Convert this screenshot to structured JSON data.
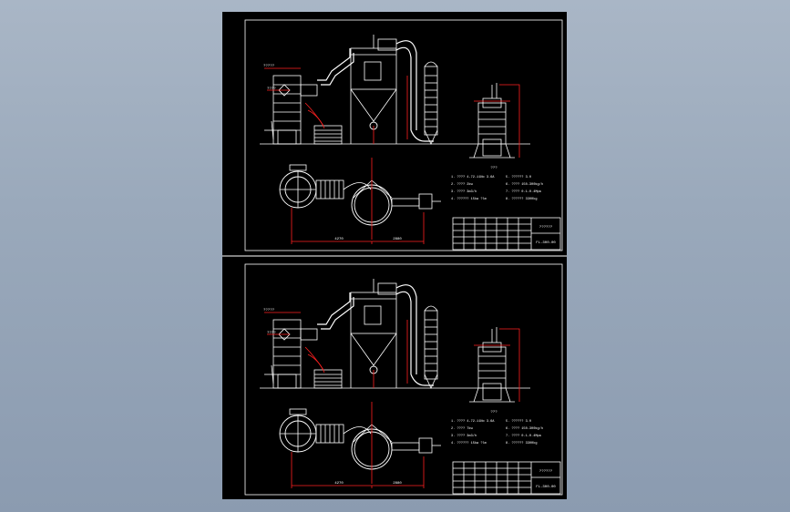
{
  "colors": {
    "background": "#9aa9bb",
    "sheet": "#000000",
    "line": "#ffffff",
    "dimension": "#ff2020",
    "frame": "#ffffff"
  },
  "sheets": [
    {
      "id": "upper",
      "title_block": {
        "name": "??????",
        "code": "FL-300-00"
      },
      "notes_title": "???",
      "notes": [
        {
          "label": "1. ???? 4-72-11No 3.6A"
        },
        {
          "label": "2. ???? 2kw"
        },
        {
          "label": "3. ???? 3m3/h"
        },
        {
          "label": "4. ?????? 15kw ?lm"
        },
        {
          "label": "5. ?????? 3.0"
        },
        {
          "label": "6. ???? 150-300kg/h"
        },
        {
          "label": "7. ???? 0.1-0.4Mpa"
        },
        {
          "label": "8. ?????? 3300kg"
        }
      ],
      "callouts": [
        "?????",
        "????"
      ],
      "dimension_labels": [
        "4270",
        "2880"
      ]
    },
    {
      "id": "lower",
      "title_block": {
        "name": "??????",
        "code": "FL-300-00"
      },
      "notes_title": "???",
      "notes": [
        {
          "label": "1. ???? 4-72-11No 3.6A"
        },
        {
          "label": "2. ???? 7kw"
        },
        {
          "label": "3. ???? 3m3/h"
        },
        {
          "label": "4. ?????? 15kw ?lm"
        },
        {
          "label": "5. ?????? 3.0"
        },
        {
          "label": "6. ???? 150-300kg/h"
        },
        {
          "label": "7. ???? 0.1-0.4Mpa"
        },
        {
          "label": "8. ?????? 3300kg"
        }
      ],
      "callouts": [
        "?????",
        "????"
      ],
      "dimension_labels": [
        "4270",
        "2880"
      ]
    }
  ]
}
